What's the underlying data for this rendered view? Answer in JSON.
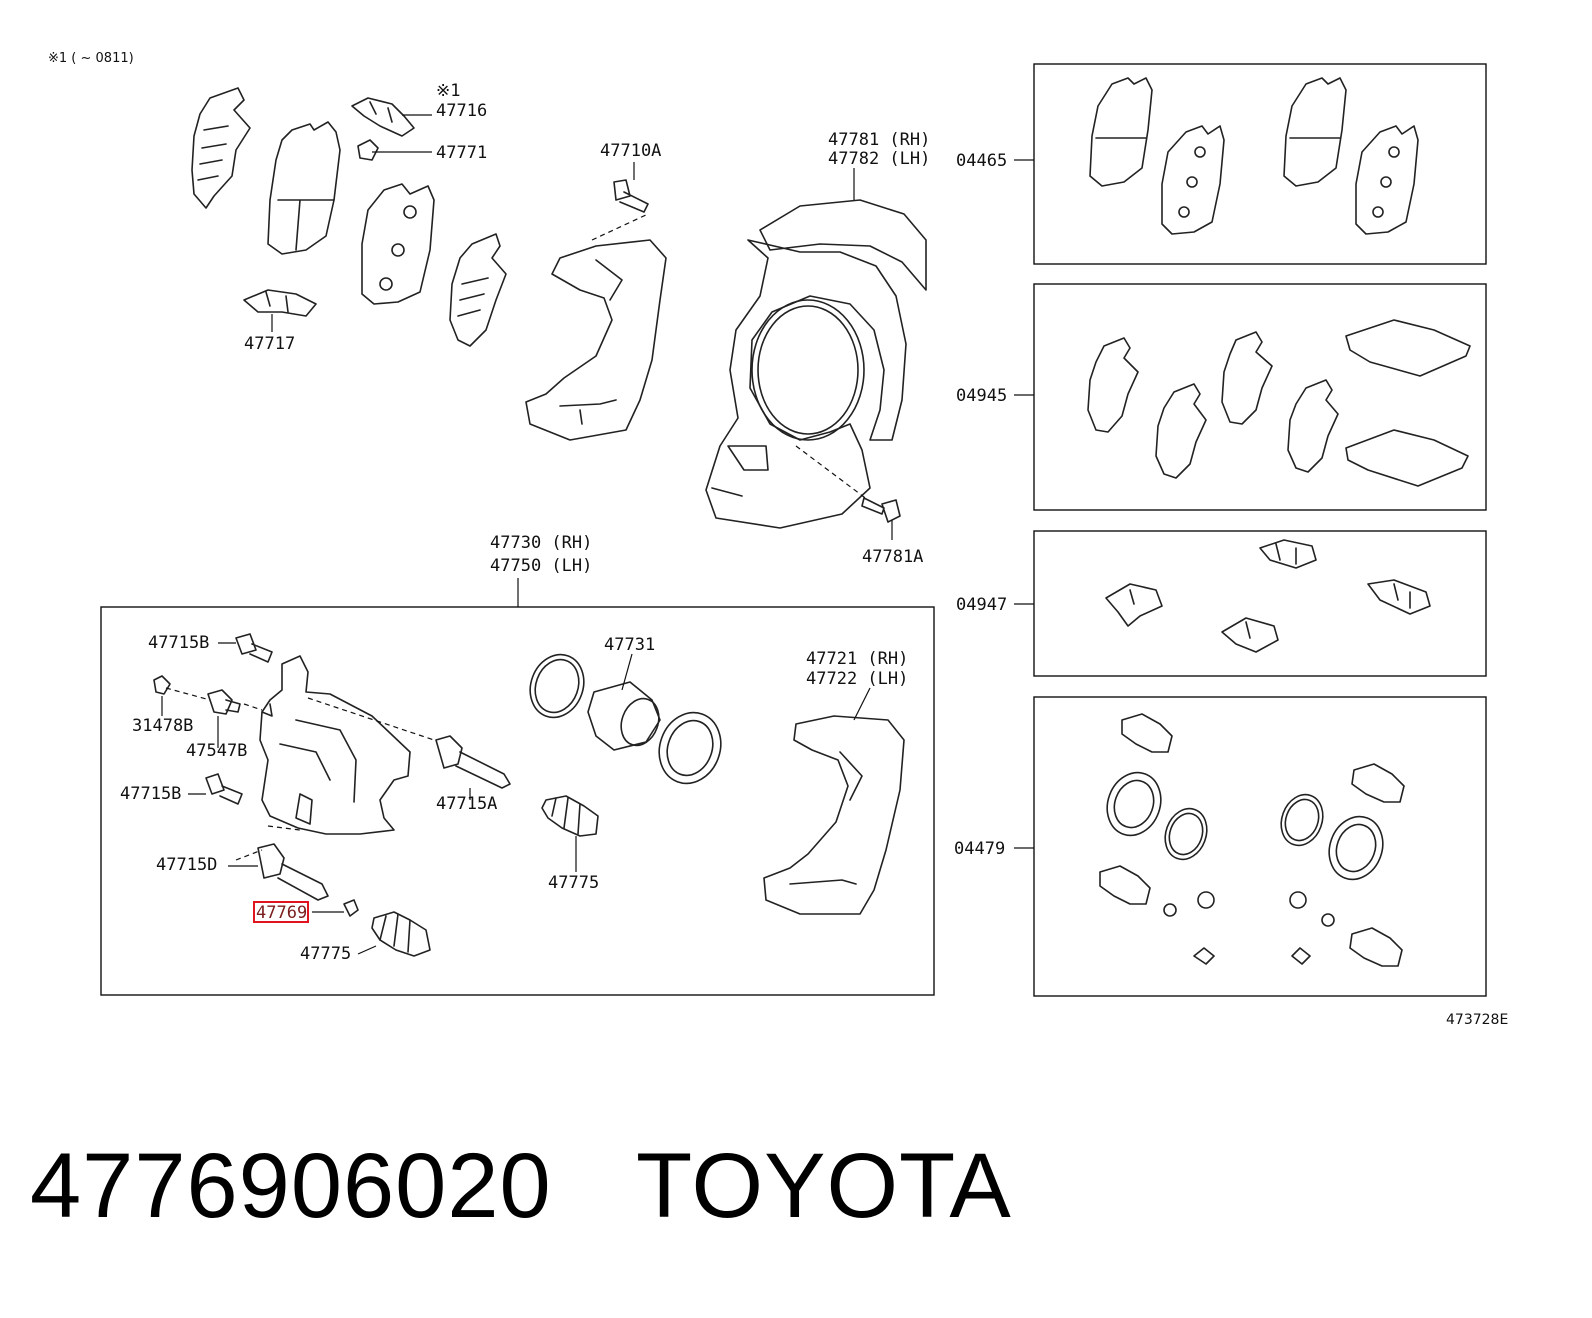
{
  "note": {
    "text": "※1 (        ~ 0811)"
  },
  "labels": {
    "47716_mark": "※1",
    "47716": "47716",
    "47771": "47771",
    "47717": "47717",
    "47710A": "47710A",
    "47781": "47781 (RH)",
    "47782": "47782 (LH)",
    "47781A": "47781A",
    "47730": "47730 (RH)",
    "47750": "47750 (LH)",
    "47715B_1": "47715B",
    "31478B": "31478B",
    "47547B": "47547B",
    "47715B_2": "47715B",
    "47715D": "47715D",
    "47769": "47769",
    "47775_1": "47775",
    "47715A": "47715A",
    "47731": "47731",
    "47775_2": "47775",
    "47721": "47721 (RH)",
    "47722": "47722 (LH)",
    "04465": "04465",
    "04945": "04945",
    "04947": "04947",
    "04479": "04479",
    "diagram_id": "473728E"
  },
  "highlighted_part": "47769",
  "colors": {
    "highlight": "#e0141e",
    "line": "#222222"
  },
  "footer": {
    "part_number": "4776906020",
    "brand": "TOYOTA"
  }
}
